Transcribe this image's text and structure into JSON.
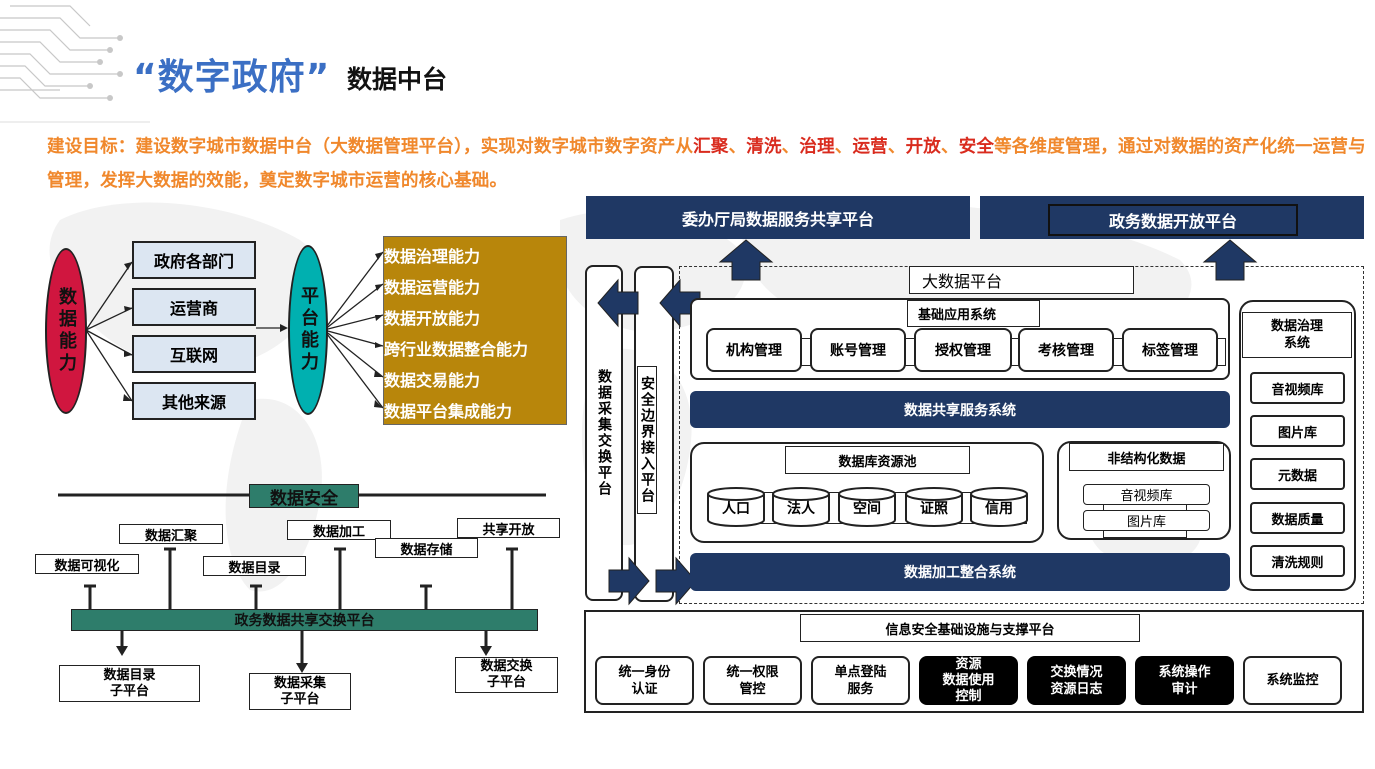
{
  "header": {
    "title_quoted": "“数字政府”",
    "title_sub": "数据中台"
  },
  "goal": {
    "p1": "建设目标：建设数字城市数据中台（大数据管理平台），实现对数字城市数字资产从",
    "r1": "汇聚",
    "s1": "、",
    "r2": "清洗",
    "s2": "、",
    "r3": "治理",
    "s3": "、",
    "r4": "运营",
    "s4": "、",
    "r5": "开放",
    "s5": "、",
    "r6": "安全",
    "p2": "等各维度管理，通过对数据的资产化统一运营与管理，发挥大数据的效能，奠定数字城市运营的核心基础。"
  },
  "capability": {
    "data_ability": "数据能力",
    "sources": [
      "政府各部门",
      "运营商",
      "互联网",
      "其他来源"
    ],
    "platform_ability": "平台能力",
    "abilities": [
      "数据治理能力",
      "数据运营能力",
      "数据开放能力",
      "跨行业数据整合能力",
      "数据交易能力",
      "数据平台集成能力"
    ]
  },
  "security": {
    "title": "数据安全",
    "top_labels": [
      "数据汇聚",
      "数据加工",
      "共享开放",
      "数据可视化",
      "数据目录",
      "数据存储"
    ],
    "exchange_bar": "政务数据共享交换平台",
    "sub_platforms": [
      "数据目录\n子平台",
      "数据采集\n子平台",
      "数据交换\n子平台"
    ]
  },
  "architecture": {
    "top_left": "委办厅局数据服务共享平台",
    "top_right": "政务数据开放平台",
    "big_data_platform": "大数据平台",
    "collect_exchange": "数据采集交换平台",
    "security_boundary": "安全边界接入平台",
    "basic_apps_title": "基础应用系统",
    "basic_apps": [
      "机构管理",
      "账号管理",
      "授权管理",
      "考核管理",
      "标签管理"
    ],
    "share_service": "数据共享服务系统",
    "db_pool_title": "数据库资源池",
    "db_items": [
      "人口",
      "法人",
      "空间",
      "证照",
      "信用"
    ],
    "unstructured_title": "非结构化数据",
    "unstructured_items": [
      "音视频库",
      "图片库"
    ],
    "process_integration": "数据加工整合系统",
    "governance_title": "数据治理\n系统",
    "governance_items": [
      "音视频库",
      "图片库",
      "元数据",
      "数据质量",
      "清洗规则"
    ],
    "infra_title": "信息安全基础设施与支撑平台",
    "infra_items": [
      "统一身份\n认证",
      "统一权限\n管控",
      "单点登陆\n服务",
      "资源\n数据使用\n控制",
      "交换情况\n资源日志",
      "系统操作\n审计",
      "系统监控"
    ]
  },
  "colors": {
    "navy": "#1f3864",
    "accent_blue": "#3b6fc4",
    "goal_orange": "#f0882c",
    "goal_red": "#d92b1e",
    "data_ability_fill": "#d0163f",
    "platform_ability_fill": "#00b0b0",
    "abilities_fill": "#b8860b",
    "source_fill": "#dce6f2",
    "green_bar": "#2e7d6b"
  }
}
